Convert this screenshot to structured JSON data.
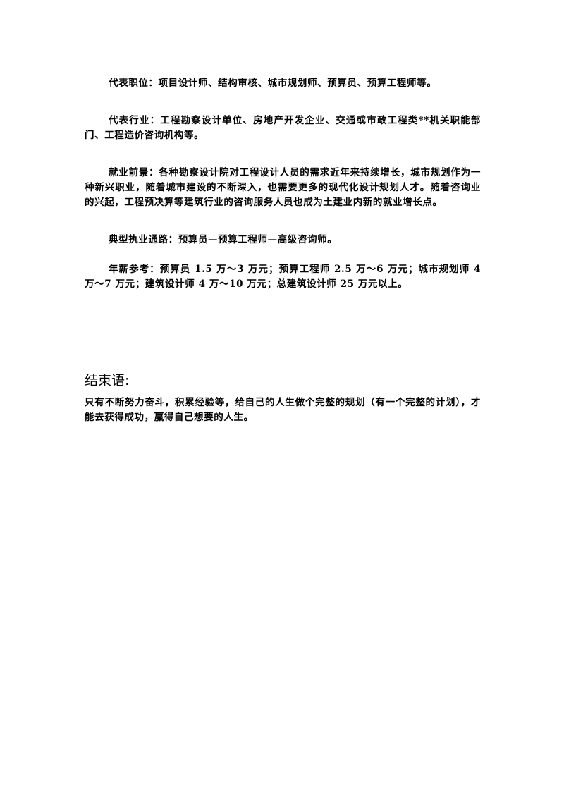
{
  "sections": {
    "positions": "代表职位：项目设计师、结构审核、城市规划师、预算员、预算工程师等。",
    "industries": "代表行业：工程勘察设计单位、房地产开发企业、交通或市政工程类**机关职能部门、工程造价咨询机构等。",
    "prospects": "就业前景：各种勘察设计院对工程设计人员的需求近年来持续增长，城市规划作为一种新兴职业，随着城市建设的不断深入，也需要更多的现代化设计规划人才。随着咨询业的兴起，工程预决算等建筑行业的咨询服务人员也成为土建业内新的就业增长点。",
    "career_path": "典型执业通路：预算员—预算工程师—高级咨询师。",
    "salary": "年薪参考：预算员 1.5 万～3 万元；预算工程师 2.5 万～6 万元；城市规划师 4 万～7 万元；建筑设计师 4 万～10 万元；总建筑设计师 25 万元以上。"
  },
  "conclusion": {
    "heading": "结束语:",
    "body": "只有不断努力奋斗，积累经验等，给自己的人生做个完整的规划（有一个完整的计划），才能去获得成功，赢得自己想要的人生。"
  }
}
